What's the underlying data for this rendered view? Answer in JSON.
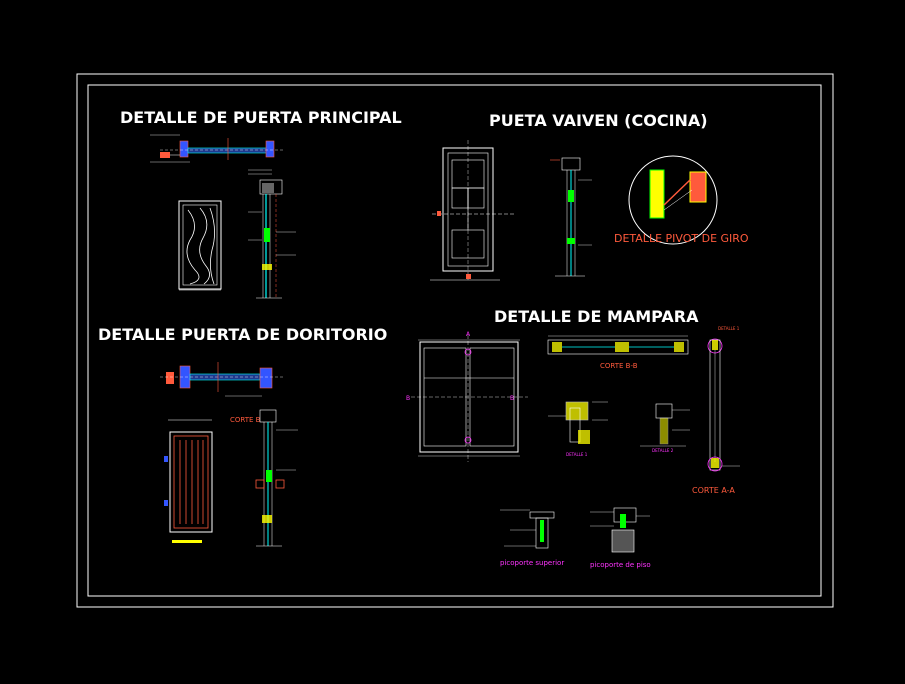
{
  "titles": {
    "puerta_principal": "DETALLE DE PUERTA PRINCIPAL",
    "vaiven": "PUETA VAIVEN (COCINA)",
    "doritorio": "DETALLE PUERTA DE DORITORIO",
    "mampara": "DETALLE DE MAMPARA"
  },
  "labels": {
    "pivot": "DETALLE PIVOT DE GIRO",
    "corte_bb": "CORTE B-B",
    "corte_aa": "CORTE A-A",
    "corte_doritorio": "CORTE B",
    "detalle_1": "DETALLE 1",
    "detalle_2": "DETALLE 2",
    "detalle_1_top": "DETALLE 1",
    "picoporte_superior": "picoporte superior",
    "picoporte_piso": "picoporte de piso",
    "mark_a_left": "A",
    "mark_b_left": "B",
    "mark_b_right": "B"
  },
  "colors": {
    "background": "#000000",
    "frame": "#ffffff",
    "title": "#ffffff",
    "accent_red": "#ff5a3c",
    "accent_magenta": "#ff33ff",
    "accent_yellow": "#ffff00",
    "accent_cyan": "#00ffff",
    "accent_green": "#00ff00",
    "accent_blue": "#3355ff"
  }
}
